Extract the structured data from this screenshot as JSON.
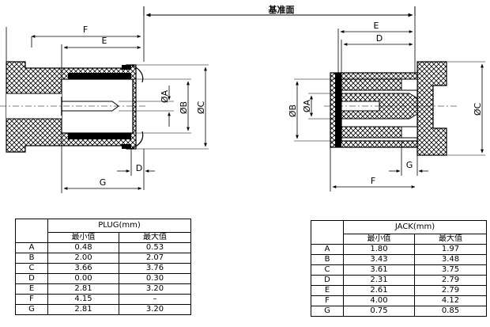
{
  "reference_plane_label": "基准面",
  "plug_drawing": {
    "dim_labels": {
      "F": "F",
      "E": "E",
      "A": "ØA",
      "B": "ØB",
      "C": "ØC",
      "D": "D",
      "G": "G"
    }
  },
  "jack_drawing": {
    "dim_labels": {
      "E": "E",
      "D": "D",
      "B": "ØB",
      "A": "ØA",
      "C": "ØC",
      "G": "G",
      "F": "F"
    }
  },
  "plug_table": {
    "title": "PLUG(mm)",
    "col_min": "最小值",
    "col_max": "最大值",
    "rows": [
      {
        "label": "A",
        "min": "0.48",
        "max": "0.53"
      },
      {
        "label": "B",
        "min": "2.00",
        "max": "2.07"
      },
      {
        "label": "C",
        "min": "3.66",
        "max": "3.76"
      },
      {
        "label": "D",
        "min": "0.00",
        "max": "0.30"
      },
      {
        "label": "E",
        "min": "2.81",
        "max": "3.20"
      },
      {
        "label": "F",
        "min": "4.15",
        "max": "–"
      },
      {
        "label": "G",
        "min": "2.81",
        "max": "3.20"
      }
    ]
  },
  "jack_table": {
    "title": "JACK(mm)",
    "col_min": "最小值",
    "col_max": "最大值",
    "rows": [
      {
        "label": "A",
        "min": "1.80",
        "max": "1.97"
      },
      {
        "label": "B",
        "min": "3.43",
        "max": "3.48"
      },
      {
        "label": "C",
        "min": "3.61",
        "max": "3.75"
      },
      {
        "label": "D",
        "min": "2.31",
        "max": "2.79"
      },
      {
        "label": "E",
        "min": "2.61",
        "max": "2.79"
      },
      {
        "label": "F",
        "min": "4.00",
        "max": "4.12"
      },
      {
        "label": "G",
        "min": "0.75",
        "max": "0.85"
      }
    ]
  }
}
